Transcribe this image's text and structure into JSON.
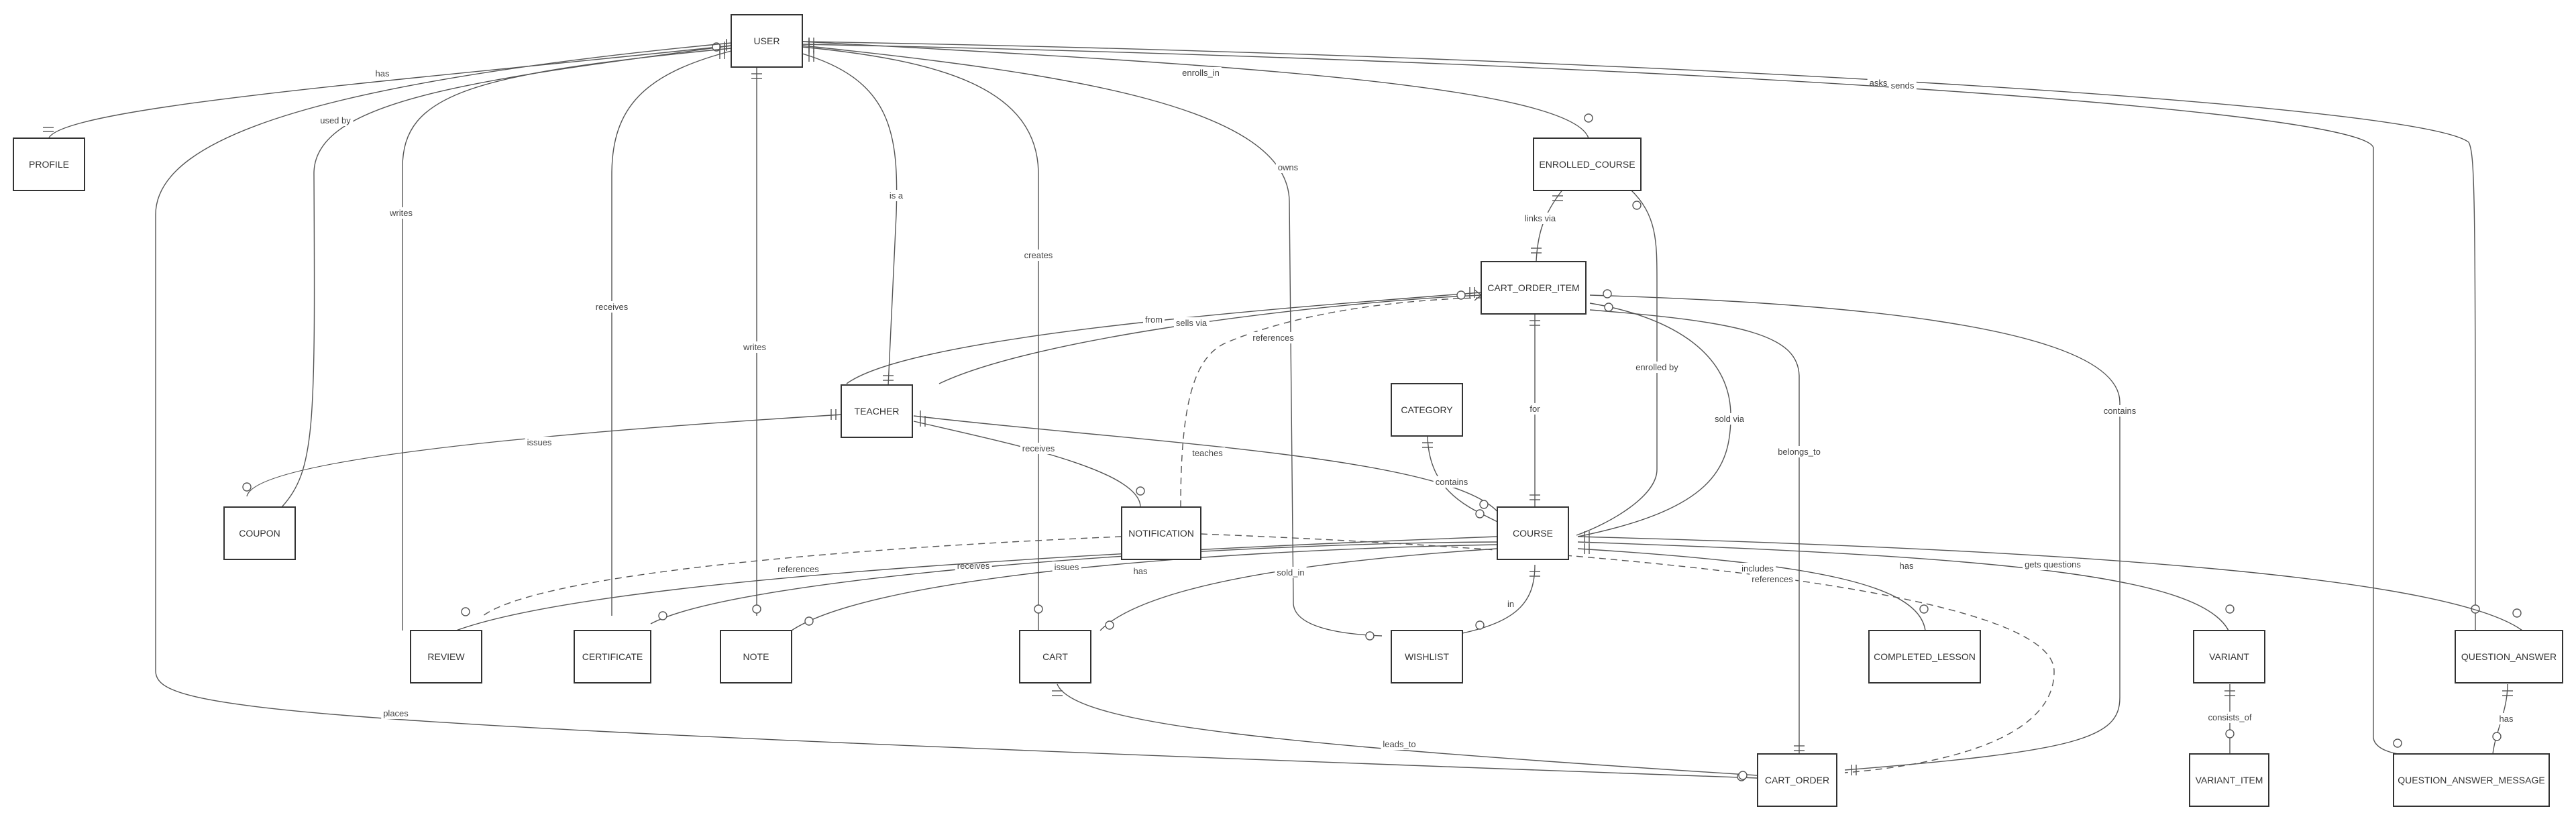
{
  "entities": {
    "user": "USER",
    "profile": "PROFILE",
    "enrolled_course": "ENROLLED_COURSE",
    "cart_order_item": "CART_ORDER_ITEM",
    "teacher": "TEACHER",
    "category": "CATEGORY",
    "coupon": "COUPON",
    "notification": "NOTIFICATION",
    "course": "COURSE",
    "review": "REVIEW",
    "certificate": "CERTIFICATE",
    "note": "NOTE",
    "cart": "CART",
    "wishlist": "WISHLIST",
    "completed_lesson": "COMPLETED_LESSON",
    "variant": "VARIANT",
    "question_answer": "QUESTION_ANSWER",
    "cart_order": "CART_ORDER",
    "variant_item": "VARIANT_ITEM",
    "question_answer_message": "QUESTION_ANSWER_MESSAGE"
  },
  "relationships": {
    "user_profile": "has",
    "coupon_user": "used by",
    "user_review": "writes",
    "user_certificate": "receives",
    "user_note": "writes",
    "user_teacher": "is a",
    "user_cart": "creates",
    "user_wishlist": "owns",
    "user_enrolled": "enrolls_in",
    "user_qa": "asks",
    "user_qam": "sends",
    "user_cart_order": "places",
    "enrolled_coi": "links via",
    "coi_teacher_from": "from",
    "teacher_coi_sells": "sells via",
    "notif_coi": "references",
    "teacher_coupon": "issues",
    "teacher_notif": "receives",
    "teacher_course": "teaches",
    "coi_course": "for",
    "enrolled_course_by": "enrolled by",
    "course_coi_sold": "sold via",
    "coi_cart_order": "belongs_to",
    "cart_order_coi": "contains",
    "category_course": "contains",
    "notif_review": "references",
    "course_certificate": "receives",
    "course_note": "issues",
    "course_review": "has",
    "course_cart": "sold_in",
    "course_wishlist": "in",
    "course_completed": "includes",
    "notif_cart_order": "references",
    "course_variant": "has",
    "course_qa": "gets questions",
    "variant_item": "consists_of",
    "qa_message": "has",
    "cart_cart_order": "leads_to"
  }
}
